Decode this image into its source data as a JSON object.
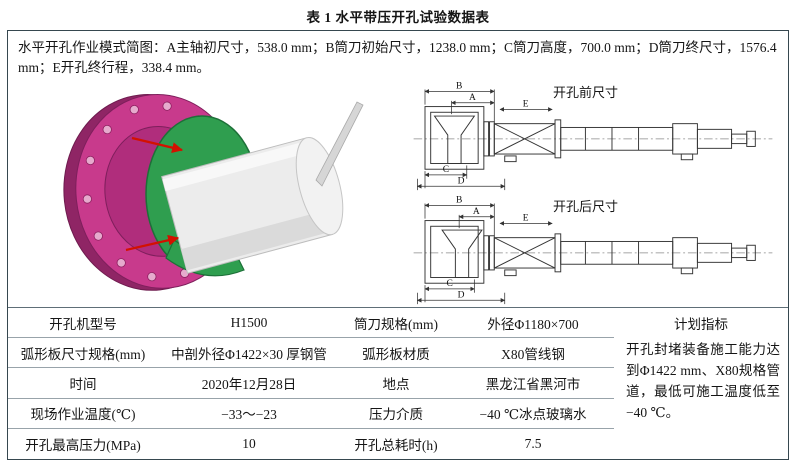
{
  "title": "表 1 水平带压开孔试验数据表",
  "description": "水平开孔作业模式简图：A主轴初尺寸，538.0 mm；B筒刀初始尺寸，1238.0 mm；C筒刀高度，700.0 mm；D筒刀终尺寸，1576.4 mm；E开孔终行程，338.4 mm。",
  "figures": {
    "before_caption": "开孔前尺寸",
    "after_caption": "开孔后尺寸",
    "dims": {
      "a": "A",
      "b": "B",
      "c": "C",
      "d": "D",
      "e": "E"
    }
  },
  "table": {
    "rows": [
      {
        "c1": "开孔机型号",
        "c2": "H1500",
        "c3": "筒刀规格(mm)",
        "c4": "外径Φ1180×700"
      },
      {
        "c1": "弧形板尺寸规格(mm)",
        "c2": "中剖外径Φ1422×30 厚钢管",
        "c3": "弧形板材质",
        "c4": "X80管线钢"
      },
      {
        "c1": "时间",
        "c2": "2020年12月28日",
        "c3": "地点",
        "c4": "黑龙江省黑河市"
      },
      {
        "c1": "现场作业温度(℃)",
        "c2": "−33～−23",
        "c3": "压力介质",
        "c4": "−40 ℃冰点玻璃水"
      },
      {
        "c1": "开孔最高压力(MPa)",
        "c2": "10",
        "c3": "开孔总耗时(h)",
        "c4": "7.5"
      }
    ],
    "plan_header": "计划指标",
    "plan_text": "开孔封堵装备施工能力达到Φ1422 mm、X80规格管道，最低可施工温度低至−40 ℃。"
  },
  "colors": {
    "flange_pink": "#c83a8c",
    "hub_pink": "#b02d7c",
    "part_green": "#2f9e4f",
    "arrow_red": "#d31100",
    "line": "#36474f"
  }
}
